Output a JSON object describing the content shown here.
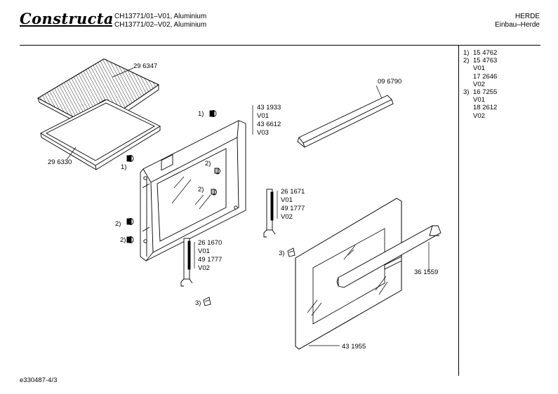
{
  "header": {
    "logo_text": "Constructa",
    "models": [
      "CH13771/01–V01, Aluminium",
      "CH13771/02–V02, Aluminium"
    ],
    "category": "HERDE",
    "subcategory": "Einbau–Herde"
  },
  "legend": [
    {
      "num": "1)",
      "text": "15 4762"
    },
    {
      "num": "2)",
      "text": "15 4763"
    },
    {
      "num": "",
      "text": "V01"
    },
    {
      "num": "",
      "text": "17 2646"
    },
    {
      "num": "",
      "text": "V02"
    },
    {
      "num": "3)",
      "text": "16 7255"
    },
    {
      "num": "",
      "text": "V01"
    },
    {
      "num": "",
      "text": "18 2612"
    },
    {
      "num": "",
      "text": "V02"
    }
  ],
  "parts": {
    "rack": "29 6347",
    "tray": "29 6330",
    "rail": "09 6790",
    "inner_door_lines": [
      "43 1933",
      "V01",
      "43 6612",
      "V03"
    ],
    "hinge_right_lines": [
      "26 1671",
      "V01",
      "49 1777",
      "V02"
    ],
    "hinge_left_lines": [
      "26 1670",
      "V01",
      "49 1777",
      "V02"
    ],
    "handle": "36 1559",
    "outer_door": "43 1955"
  },
  "callouts": {
    "one": "1)",
    "two": "2)",
    "three": "3)"
  },
  "footer": {
    "doc_id": "e330487-4/3"
  }
}
